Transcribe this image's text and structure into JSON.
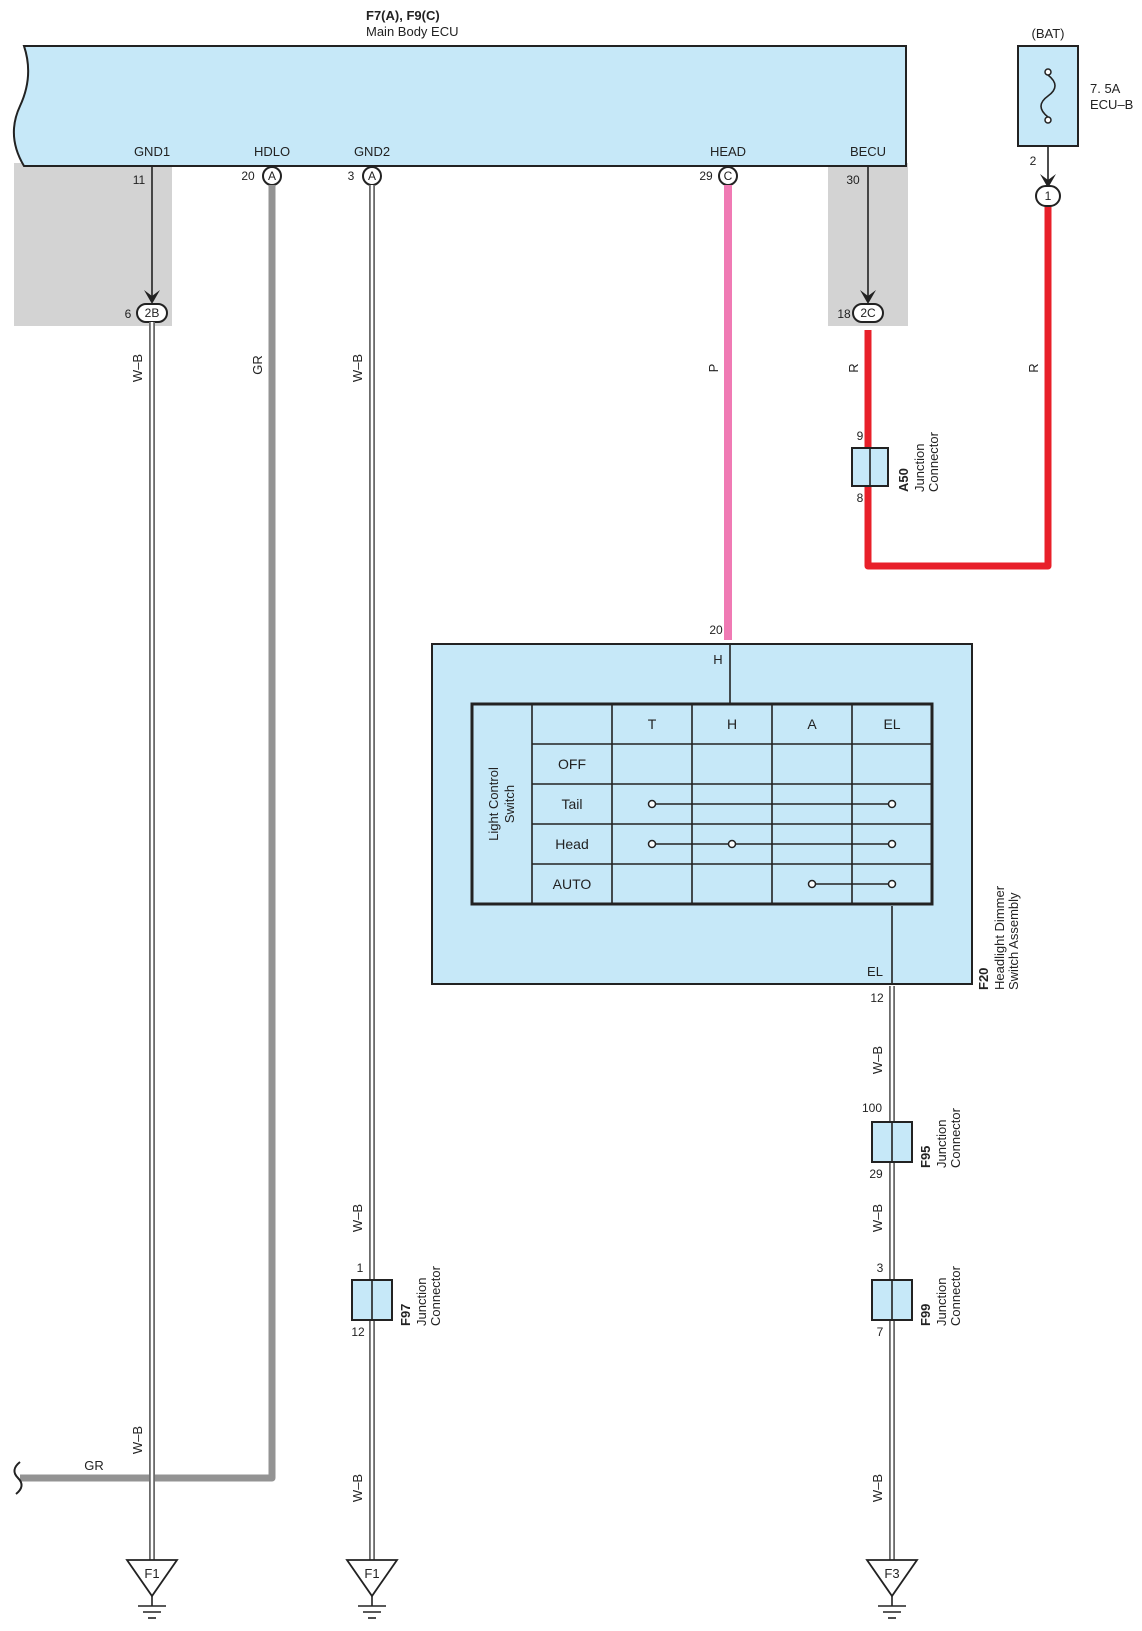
{
  "ecu": {
    "connector_ids": "F7(A), F9(C)",
    "name": "Main Body ECU",
    "terminals": [
      {
        "name": "GND1",
        "pin": "11"
      },
      {
        "name": "HDLO",
        "pin": "20",
        "conn": "A"
      },
      {
        "name": "GND2",
        "pin": "3",
        "conn": "A"
      },
      {
        "name": "HEAD",
        "pin": "29",
        "conn": "C"
      },
      {
        "name": "BECU",
        "pin": "30"
      }
    ]
  },
  "fuse": {
    "source": "(BAT)",
    "rating": "7. 5A",
    "name": "ECU–B",
    "out_pin": "2",
    "conn_pin": "1"
  },
  "junction_2b": {
    "pin": "6",
    "conn": "2B"
  },
  "junction_2c": {
    "pin": "18",
    "conn": "2C"
  },
  "a50": {
    "id": "A50",
    "name_line1": "Junction",
    "name_line2": "Connector",
    "pin_top": "9",
    "pin_bottom": "8"
  },
  "switch": {
    "id": "F20",
    "name_line1": "Headlight Dimmer",
    "name_line2": "Switch Assembly",
    "in_pin": "20",
    "in_label": "H",
    "out_label": "EL",
    "out_pin": "12",
    "table_title_line1": "Light Control",
    "table_title_line2": "Switch",
    "columns": [
      "T",
      "H",
      "A",
      "EL"
    ],
    "rows": [
      "OFF",
      "Tail",
      "Head",
      "AUTO"
    ]
  },
  "f95": {
    "id": "F95",
    "name_line1": "Junction",
    "name_line2": "Connector",
    "pin_top": "100",
    "pin_bottom": "29"
  },
  "f97": {
    "id": "F97",
    "name_line1": "Junction",
    "name_line2": "Connector",
    "pin_top": "1",
    "pin_bottom": "12"
  },
  "f99": {
    "id": "F99",
    "name_line1": "Junction",
    "name_line2": "Connector",
    "pin_top": "3",
    "pin_bottom": "7"
  },
  "wire_colors": {
    "wb": "W–B",
    "gr": "GR",
    "p": "P",
    "r": "R"
  },
  "grounds": [
    "F1",
    "F1",
    "F3"
  ],
  "colors": {
    "component_fill": "#c6e8f8",
    "shade": "#d3d3d3",
    "wire_red": "#e8202a",
    "wire_pink": "#f07ab4",
    "wire_gray": "#939393"
  }
}
